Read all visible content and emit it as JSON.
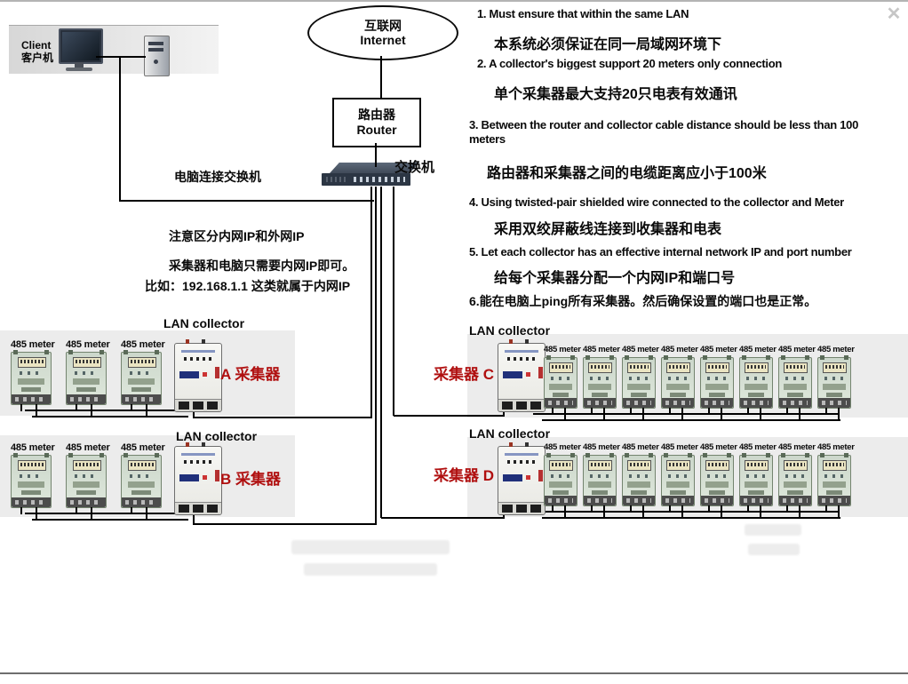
{
  "chrome": {
    "close_icon": "✕"
  },
  "nodes": {
    "client": {
      "en": "Client",
      "zh": "客户机"
    },
    "internet": {
      "zh": "互联网",
      "en": "Internet"
    },
    "router": {
      "zh": "路由器",
      "en": "Router"
    },
    "switch_zh": "交换机",
    "pc_switch_link_label": "电脑连接交换机"
  },
  "ip_note": {
    "line1": "注意区分内网IP和外网IP",
    "line2": "采集器和电脑只需要内网IP即可。",
    "line3": "比如：192.168.1.1 这类就属于内网IP"
  },
  "instructions": [
    {
      "en": "1.  Must ensure that within the same LAN",
      "zh": "本系统必须保证在同一局域网环境下"
    },
    {
      "en": "2.  A collector's biggest support 20 meters only connection",
      "zh": "单个采集器最大支持20只电表有效通讯"
    },
    {
      "en": "3. Between the router and collector cable distance should be less than 100 meters",
      "zh": "路由器和采集器之间的电缆距离应小于100米"
    },
    {
      "en": "4. Using twisted-pair shielded wire connected to the collector and Meter",
      "zh": "采用双绞屏蔽线连接到收集器和电表"
    },
    {
      "en": "5. Let each collector has an effective internal network IP and port number",
      "zh": "给每个采集器分配一个内网IP和端口号"
    },
    {
      "en": "6.能在电脑上ping所有采集器。然后确保设置的端口也是正常。",
      "zh": ""
    }
  ],
  "groups": {
    "label": "LAN collector",
    "meter_label": "485 meter",
    "a": {
      "name": "A 采集器",
      "meter_count": 3
    },
    "b": {
      "name": "B 采集器",
      "meter_count": 3
    },
    "c": {
      "name": "采集器 C",
      "meter_count": 8
    },
    "d": {
      "name": "采集器 D",
      "meter_count": 8
    }
  },
  "colors": {
    "collector_label_red": "#b01010",
    "wire_black": "#000000",
    "close_gray": "#c6c6c6"
  }
}
